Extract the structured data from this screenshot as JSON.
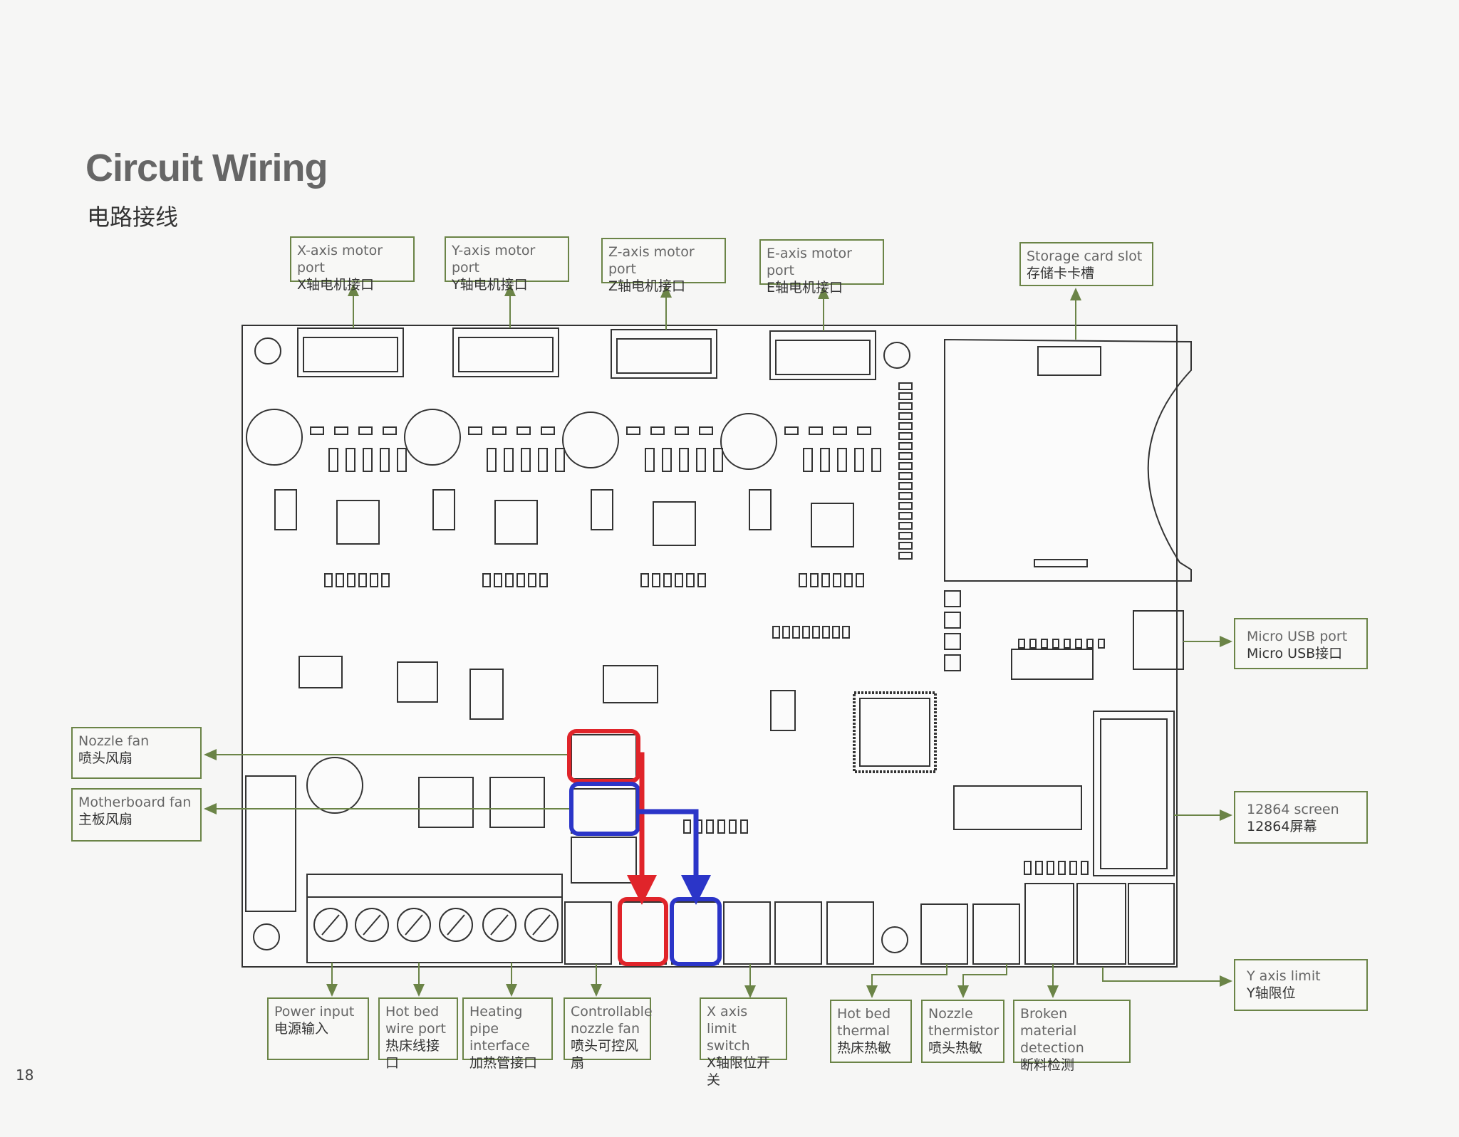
{
  "header": {
    "title": "Circuit Wiring",
    "subtitle": "电路接线"
  },
  "labels": {
    "x_motor": {
      "en": "X-axis motor port",
      "zh": "X轴电机接口"
    },
    "y_motor": {
      "en": "Y-axis motor port",
      "zh": "Y轴电机接口"
    },
    "z_motor": {
      "en": "Z-axis motor port",
      "zh": "Z轴电机接口"
    },
    "e_motor": {
      "en": "E-axis motor port",
      "zh": "E轴电机接口"
    },
    "storage": {
      "en": "Storage card slot",
      "zh": "存储卡卡槽"
    },
    "micro_usb": {
      "en": "Micro USB port",
      "zh": "Micro USB接口"
    },
    "screen": {
      "en": "12864 screen",
      "zh": "12864屏幕"
    },
    "y_limit": {
      "en": "Y axis limit",
      "zh": "Y轴限位"
    },
    "nozzle_fan": {
      "en": "Nozzle fan",
      "zh": "喷头风扇"
    },
    "mb_fan": {
      "en": "Motherboard fan",
      "zh": "主板风扇"
    },
    "power": {
      "en": "Power input",
      "zh": "电源输入"
    },
    "hotbed_port": {
      "en": "Hot bed wire port",
      "zh": "热床线接口"
    },
    "heating_pipe": {
      "en": "Heating pipe interface",
      "zh": "加热管接口"
    },
    "ctrl_fan": {
      "en": "Controllable nozzle fan",
      "zh": "喷头可控风扇"
    },
    "x_limit": {
      "en": "X axis limit switch",
      "zh": "X轴限位开关"
    },
    "hotbed_thermal": {
      "en": "Hot bed thermal",
      "zh": "热床热敏"
    },
    "nozzle_thermistor": {
      "en": "Nozzle thermistor",
      "zh": "喷头热敏"
    },
    "broken_material": {
      "en": "Broken material detection",
      "zh": "断料检测"
    }
  },
  "page_number": "18",
  "colors": {
    "label_border": "#6b8447",
    "highlight_red": "#e0242a",
    "highlight_blue": "#2b35c8"
  }
}
